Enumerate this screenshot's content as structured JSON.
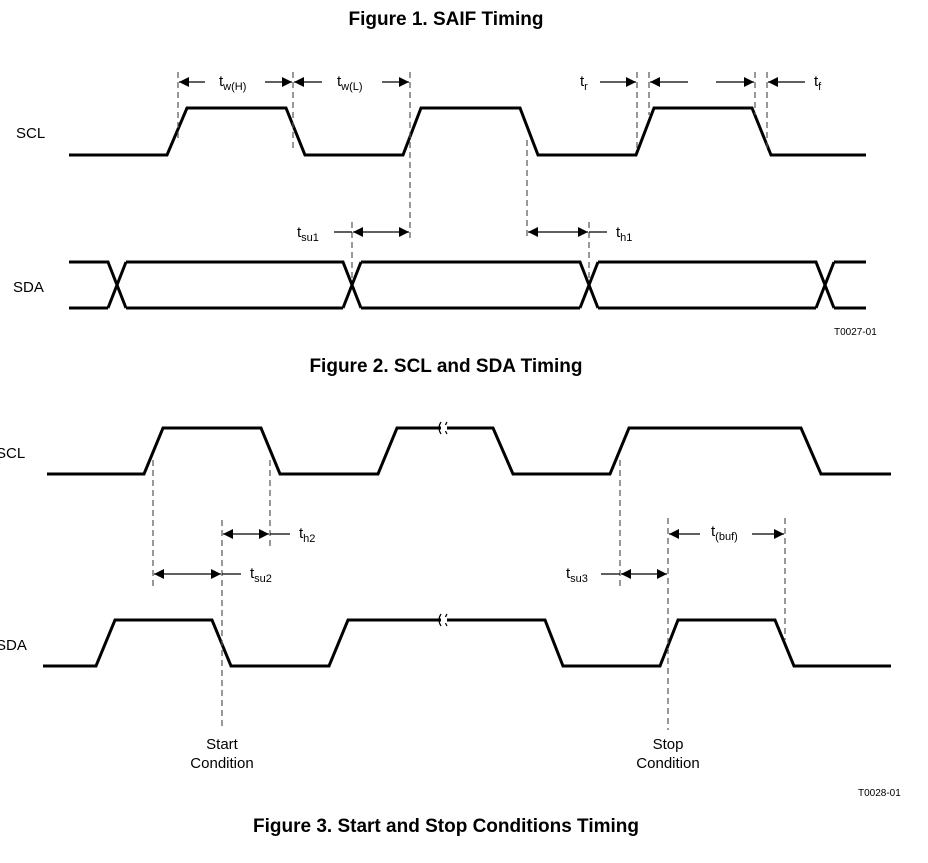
{
  "figures": [
    {
      "caption": "Figure 1.  SAIF Timing"
    },
    {
      "caption": "Figure 2.  SCL and SDA Timing",
      "ref_id": "T0027-01",
      "signals": {
        "scl": "SCL",
        "sda": "SDA"
      },
      "params": {
        "tw_h": {
          "main": "t",
          "sub": "w(H)"
        },
        "tw_l": {
          "main": "t",
          "sub": "w(L)"
        },
        "tr": {
          "main": "t",
          "sub": "r"
        },
        "tf": {
          "main": "t",
          "sub": "f"
        },
        "tsu1": {
          "main": "t",
          "sub": "su1"
        },
        "th1": {
          "main": "t",
          "sub": "h1"
        }
      }
    },
    {
      "caption": "Figure 3.  Start and Stop Conditions Timing",
      "ref_id": "T0028-01",
      "signals": {
        "scl": "SCL",
        "sda": "SDA"
      },
      "params": {
        "th2": {
          "main": "t",
          "sub": "h2"
        },
        "tsu2": {
          "main": "t",
          "sub": "su2"
        },
        "tsu3": {
          "main": "t",
          "sub": "su3"
        },
        "tbuf": {
          "main": "t",
          "sub": "(buf)"
        }
      },
      "conditions": {
        "start": [
          "Start",
          "Condition"
        ],
        "stop": [
          "Stop",
          "Condition"
        ]
      }
    }
  ]
}
